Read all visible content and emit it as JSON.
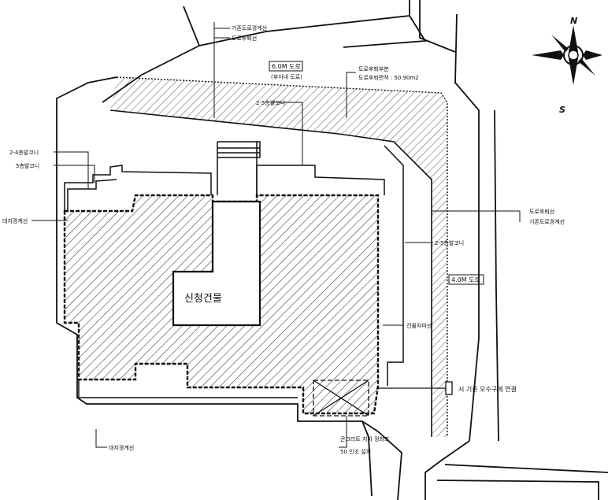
{
  "labels": {
    "existing_road_boundary_top": "기존도로경계선",
    "road_reserve_line_top": "도로후퇴선",
    "road_6m": "6.0M 도로",
    "road_6m_note": "(부지내 도로)",
    "road_reserve_area": "도로후퇴부분",
    "road_reserve_area_value": "도로후퇴면적 : 50.90m2",
    "balcony_2_5": "2-5층발코니",
    "balcony_2_4": "2-4층발코니",
    "balcony_5": "5층발코니",
    "site_boundary_left": "대지경계선",
    "road_reserve_line_right": "도로후퇴선",
    "existing_road_boundary_right": "기존도로경계선",
    "balcony_2_5_right": "2-5층발코니",
    "road_4m": "4.0M 도로",
    "new_building": "신청건물",
    "building_outline": "건물처마선",
    "sewer_connection": "시 기존 오수구에 연결",
    "site_boundary_bottom": "대지경계선",
    "septic_line1": "콘크리트 지하 정화조",
    "septic_line2": "50 인조 설치"
  },
  "compass": {
    "north": "N",
    "south": "S"
  },
  "colors": {
    "ink": "#111111",
    "paper": "#ffffff"
  }
}
